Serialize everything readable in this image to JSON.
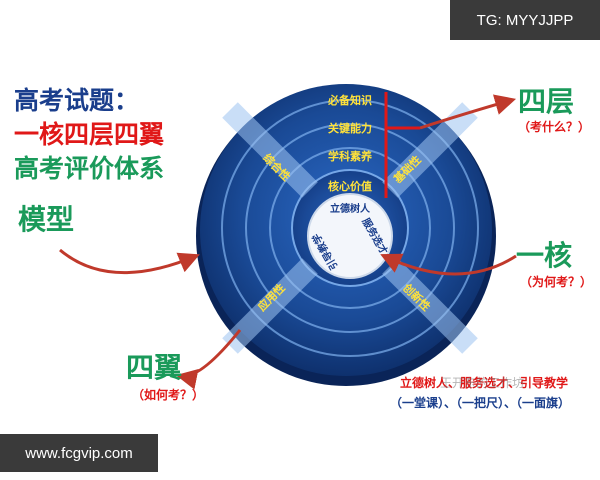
{
  "watermarks": {
    "top": "TG: MYYJJPP",
    "bottom": "www.fcgvip.com",
    "center": "王开东的工作坊"
  },
  "title": {
    "line1": "高考试题：",
    "line2": "一核四层四翼",
    "line3": "高考评价体系"
  },
  "labels": {
    "model": "模型",
    "four_layers": "四层",
    "four_layers_sub": "（考什么？）",
    "one_core": "一核",
    "one_core_sub": "（为何考？）",
    "four_wings": "四翼",
    "four_wings_sub": "（如何考？）"
  },
  "layers": [
    "必备知识",
    "关键能力",
    "学科素养",
    "核心价值"
  ],
  "core": [
    "立德树人",
    "服务选才",
    "引导教学"
  ],
  "wings": [
    "综合性",
    "基础性",
    "应用性",
    "创新性"
  ],
  "bottom": {
    "row1": "立德树人、服务选才、引导教学",
    "row2": "（一堂课）、（一把尺）、（一面旗）"
  },
  "colors": {
    "disc_dark": "#0b2a63",
    "disc_mid": "#1d4f9c",
    "layer_text": "#ffe23a",
    "accent_red": "#e01818",
    "accent_green": "#1a9a5a",
    "title_blue": "#1a3e8c"
  }
}
